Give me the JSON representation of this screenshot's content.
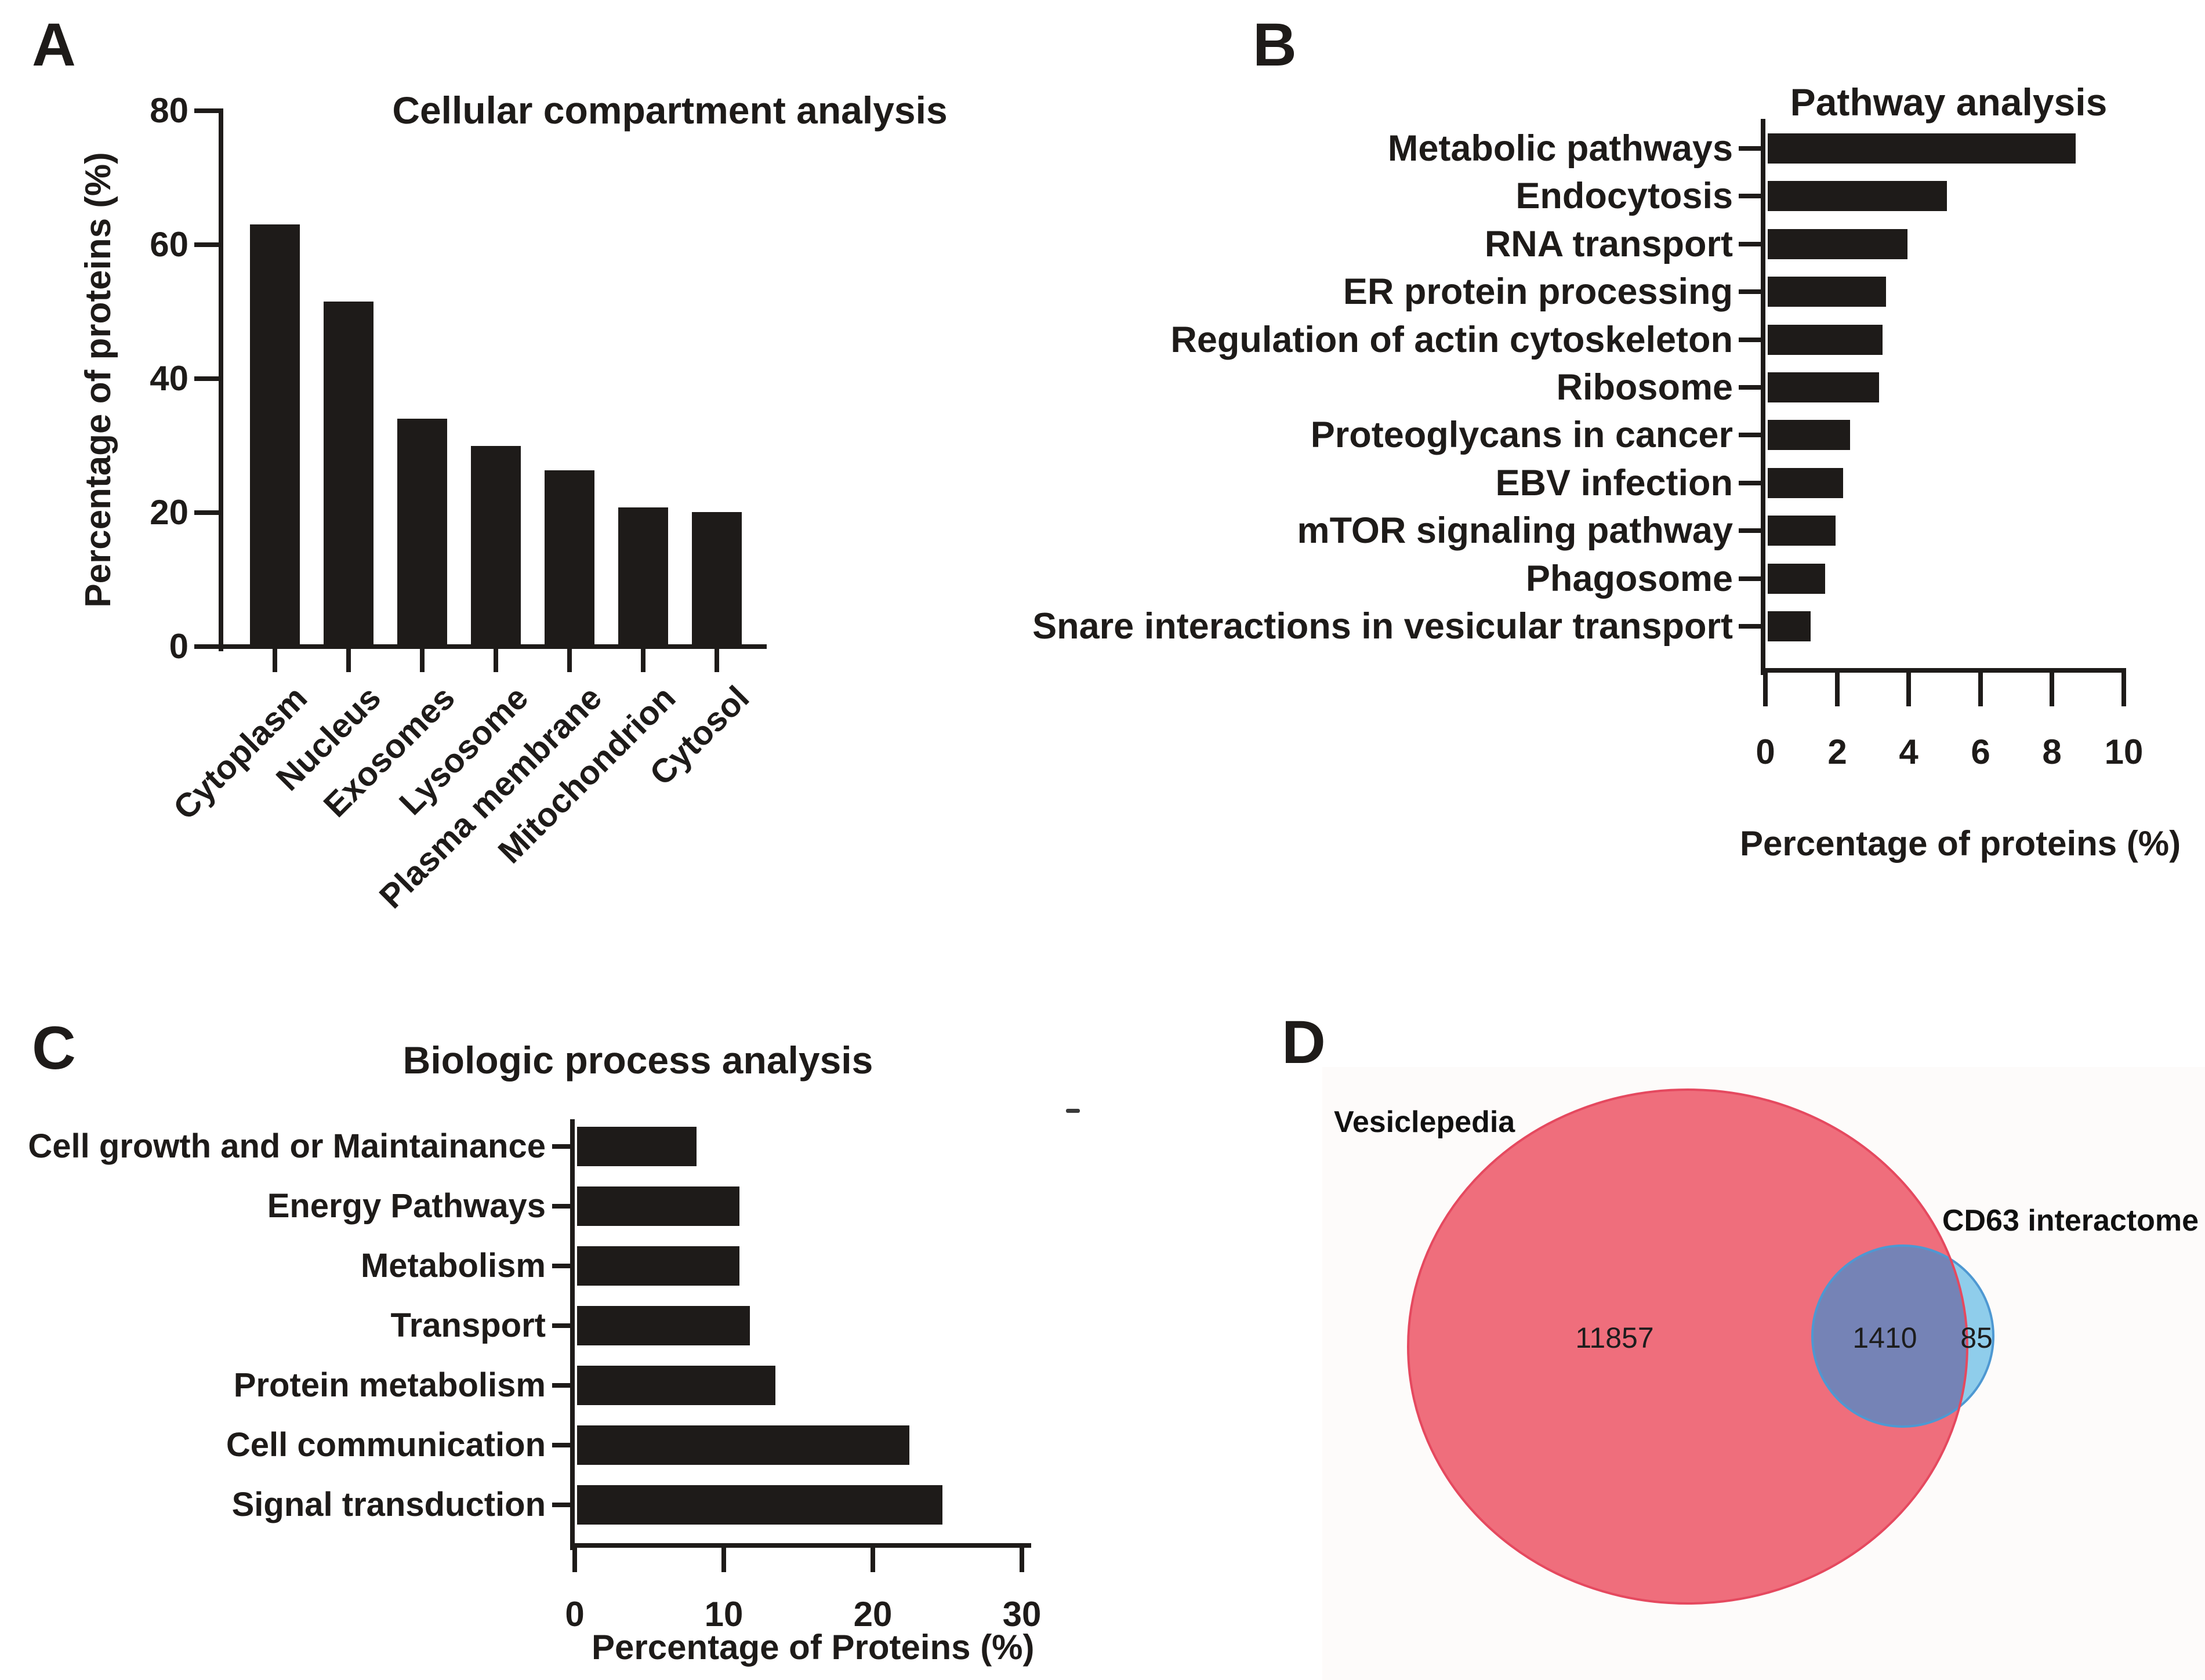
{
  "colors": {
    "bar": "#1e1b19",
    "venn_left_fill": "#EF6E7C",
    "venn_right_fill": "#8FCDEB",
    "venn_overlap_fill": "#7583B6",
    "venn_background": "#fdfbfa"
  },
  "artifact_dash": "-",
  "chart_data": [
    {
      "id": "A",
      "panel_label": "A",
      "type": "bar",
      "title": "Cellular compartment analysis",
      "ylabel": "Percentage of proteins (%)",
      "xlabel": "",
      "categories": [
        "Cytoplasm",
        "Nucleus",
        "Exosomes",
        "Lysosome",
        "Plasma membrane",
        "Mitochondrion",
        "Cytosol"
      ],
      "values": [
        63,
        51.5,
        34,
        30,
        26.3,
        20.8,
        20.1
      ],
      "ylim": [
        0,
        80
      ],
      "yticks": [
        "0",
        "20",
        "40",
        "60",
        "80"
      ],
      "grid": false
    },
    {
      "id": "B",
      "panel_label": "B",
      "type": "bar-horizontal",
      "title": "Pathway analysis",
      "xlabel": "Percentage of proteins (%)",
      "ylabel": "",
      "categories": [
        "Metabolic pathways",
        "Endocytosis",
        "RNA transport",
        "ER protein processing",
        "Regulation of actin cytoskeleton",
        "Ribosome",
        "Proteoglycans in cancer",
        "EBV infection",
        "mTOR signaling pathway",
        "Phagosome",
        "Snare interactions in vesicular transport"
      ],
      "values": [
        8.6,
        5.0,
        3.9,
        3.3,
        3.2,
        3.1,
        2.3,
        2.1,
        1.9,
        1.6,
        1.2
      ],
      "xlim": [
        0,
        10
      ],
      "xticks": [
        "0",
        "2",
        "4",
        "6",
        "8",
        "10"
      ],
      "grid": false
    },
    {
      "id": "C",
      "panel_label": "C",
      "type": "bar-horizontal",
      "title": "Biologic process analysis",
      "xlabel": "Percentage of Proteins (%)",
      "ylabel": "",
      "categories": [
        "Cell growth and or Maintainance",
        "Energy Pathways",
        "Metabolism",
        "Transport",
        "Protein metabolism",
        "Cell communication",
        "Signal transduction"
      ],
      "values": [
        8.0,
        10.9,
        10.9,
        11.6,
        13.3,
        22.3,
        24.5
      ],
      "xlim": [
        0,
        30
      ],
      "xticks": [
        "0",
        "10",
        "20",
        "30"
      ],
      "grid": false
    },
    {
      "id": "D",
      "panel_label": "D",
      "type": "venn",
      "labels": {
        "left_set": "Vesiclepedia",
        "right_set": "CD63 interactome"
      },
      "values": {
        "left_only": "11857",
        "intersection": "1410",
        "right_only": "85"
      }
    }
  ]
}
